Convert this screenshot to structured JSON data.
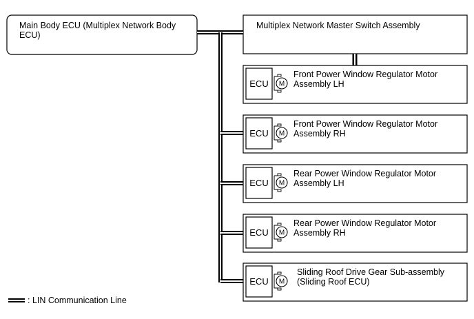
{
  "main_body_ecu": {
    "line1": "Main Body ECU (Multiplex Network Body",
    "line2": "ECU)"
  },
  "master_switch": {
    "label": "Multiplex Network Master Switch Assembly"
  },
  "ecu_label": "ECU",
  "motor_label": "M",
  "units": [
    {
      "line1": "Front Power Window Regulator Motor",
      "line2": "Assembly LH"
    },
    {
      "line1": "Front Power Window Regulator Motor",
      "line2": "Assembly RH"
    },
    {
      "line1": "Rear Power Window Regulator Motor",
      "line2": "Assembly LH"
    },
    {
      "line1": "Rear Power Window Regulator Motor",
      "line2": "Assembly RH"
    },
    {
      "line1": "Sliding Roof Drive Gear Sub-assembly",
      "line2": "(Sliding Roof ECU)"
    }
  ],
  "legend": {
    "label": ": LIN Communication Line"
  }
}
